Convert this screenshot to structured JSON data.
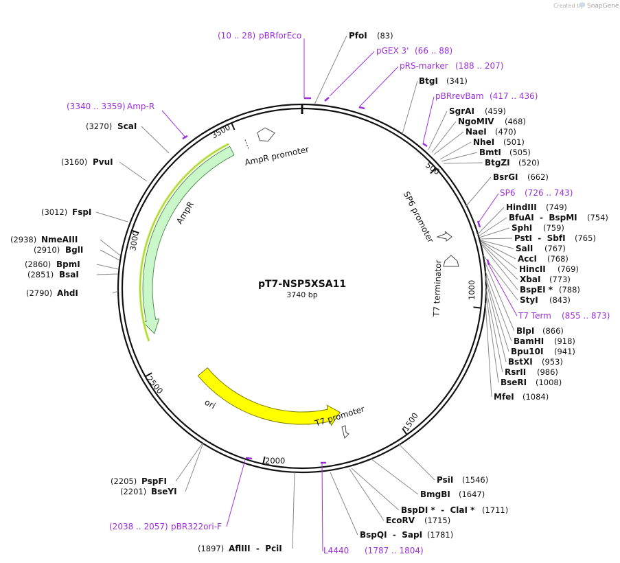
{
  "branding": {
    "created_by": "Created by",
    "app": "SnapGene"
  },
  "plasmid": {
    "name": "pT7-NSP5XSA11",
    "length_label": "3740 bp"
  },
  "colors": {
    "primer": "#9b30d9",
    "ampr": "#c9f7c9",
    "ampr_outline": "#5a8a5a",
    "ori": "#ffff00",
    "ori_outline": "#7a7a00",
    "promoter": "#ffffff"
  },
  "ticks": [
    "500",
    "1000",
    "1500",
    "2000",
    "2500",
    "3000",
    "3500"
  ],
  "features": [
    {
      "id": "ampr",
      "label": "AmpR"
    },
    {
      "id": "ampr-promoter",
      "label": "AmpR promoter"
    },
    {
      "id": "ori",
      "label": "ori"
    },
    {
      "id": "sp6-promoter",
      "label": "SP6 promoter"
    },
    {
      "id": "t7-terminator",
      "label": "T7 terminator"
    },
    {
      "id": "t7-promoter",
      "label": "T7 promoter"
    }
  ],
  "enzymes": [
    {
      "name": "PfoI",
      "pos": "(83)"
    },
    {
      "name": "BtgI",
      "pos": "(341)"
    },
    {
      "name": "SgrAI",
      "pos": "(459)"
    },
    {
      "name": "NgoMIV",
      "pos": "(468)"
    },
    {
      "name": "NaeI",
      "pos": "(470)"
    },
    {
      "name": "NheI",
      "pos": "(501)"
    },
    {
      "name": "BmtI",
      "pos": "(505)"
    },
    {
      "name": "BtgZI",
      "pos": "(520)"
    },
    {
      "name": "BsrGI",
      "pos": "(662)"
    },
    {
      "name": "HindIII",
      "pos": "(749)"
    },
    {
      "name": "BfuAI  -  BspMI",
      "pos": "(754)"
    },
    {
      "name": "SphI",
      "pos": "(759)"
    },
    {
      "name": "PstI  -  SbfI",
      "pos": "(765)"
    },
    {
      "name": "SalI",
      "pos": "(767)"
    },
    {
      "name": "AccI",
      "pos": "(768)"
    },
    {
      "name": "HincII",
      "pos": "(769)"
    },
    {
      "name": "XbaI",
      "pos": "(773)"
    },
    {
      "name": "BspEI *",
      "pos": "(788)"
    },
    {
      "name": "StyI",
      "pos": "(843)"
    },
    {
      "name": "BlpI",
      "pos": "(866)"
    },
    {
      "name": "BamHI",
      "pos": "(918)"
    },
    {
      "name": "Bpu10I",
      "pos": "(941)"
    },
    {
      "name": "BstXI",
      "pos": "(953)"
    },
    {
      "name": "RsrII",
      "pos": "(986)"
    },
    {
      "name": "BseRI",
      "pos": "(1008)"
    },
    {
      "name": "MfeI",
      "pos": "(1084)"
    },
    {
      "name": "PsiI",
      "pos": "(1546)"
    },
    {
      "name": "BmgBI",
      "pos": "(1647)"
    },
    {
      "name": "BspDI *  -  ClaI *",
      "pos": "(1711)"
    },
    {
      "name": "EcoRV",
      "pos": "(1715)"
    },
    {
      "name": "BspQI  -  SapI",
      "pos": "(1781)"
    },
    {
      "name": "AflIII  -  PciI",
      "pos": "(1897)"
    },
    {
      "name": "BseYI",
      "pos": "(2201)"
    },
    {
      "name": "PspFI",
      "pos": "(2205)"
    },
    {
      "name": "AhdI",
      "pos": "(2790)"
    },
    {
      "name": "BsaI",
      "pos": "(2851)"
    },
    {
      "name": "BpmI",
      "pos": "(2860)"
    },
    {
      "name": "BglI",
      "pos": "(2910)"
    },
    {
      "name": "NmeAIII",
      "pos": "(2938)"
    },
    {
      "name": "FspI",
      "pos": "(3012)"
    },
    {
      "name": "PvuI",
      "pos": "(3160)"
    },
    {
      "name": "ScaI",
      "pos": "(3270)"
    }
  ],
  "primers": [
    {
      "name": "pBRforEco",
      "range": "(10 .. 28)"
    },
    {
      "name": "pGEX 3'",
      "range": "(66 .. 88)"
    },
    {
      "name": "pRS-marker",
      "range": "(188 .. 207)"
    },
    {
      "name": "pBRrevBam",
      "range": "(417 .. 436)"
    },
    {
      "name": "SP6",
      "range": "(726 .. 743)"
    },
    {
      "name": "T7 Term",
      "range": "(855 .. 873)"
    },
    {
      "name": "L4440",
      "range": "(1787 .. 1804)"
    },
    {
      "name": "pBR322ori-F",
      "range": "(2038 .. 2057)"
    },
    {
      "name": "Amp-R",
      "range": "(3340 .. 3359)"
    }
  ]
}
